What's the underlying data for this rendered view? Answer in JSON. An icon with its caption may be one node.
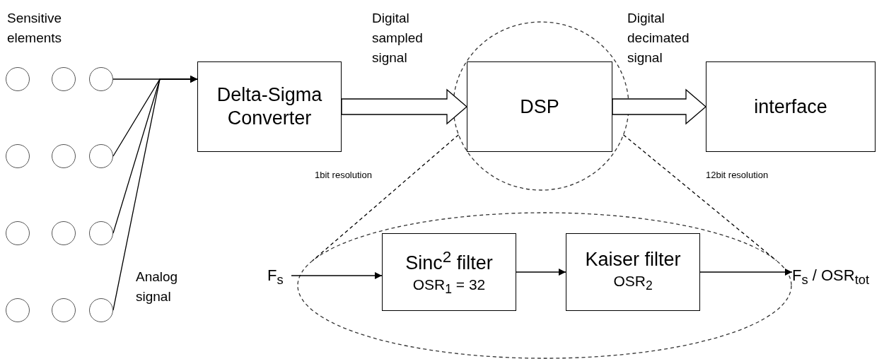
{
  "diagram": {
    "nodes": [
      {
        "text": [],
        "shape": "circle"
      },
      {
        "text": [],
        "shape": "circle"
      },
      {
        "text": [],
        "shape": "circle"
      },
      {
        "text": [],
        "shape": "circle"
      },
      {
        "text": [],
        "shape": "circle"
      },
      {
        "text": [],
        "shape": "circle"
      },
      {
        "text": [],
        "shape": "circle"
      },
      {
        "text": [],
        "shape": "circle"
      },
      {
        "text": [],
        "shape": "circle"
      },
      {
        "text": [],
        "shape": "circle"
      },
      {
        "text": [],
        "shape": "circle"
      },
      {
        "text": [],
        "shape": "circle"
      },
      {
        "text": [
          "Delta-Sigma Converter"
        ]
      },
      {
        "text": [
          "DSP"
        ],
        "in": 15
      },
      {
        "text": [
          "interface"
        ]
      },
      {
        "text": [],
        "shape": "circle"
      },
      {
        "text": [
          "F$_{s}$"
        ]
      },
      {
        "text": [
          "Sinc$^{2}$ filter",
          "OSR$_{1}$ = 32"
        ],
        "in": 20
      },
      {
        "text": [
          "Kaiser filter",
          "OSR$_{2}$"
        ],
        "in": 20
      },
      {
        "text": [
          "F$_{s}$ / OSR$_{tot}$"
        ]
      },
      {
        "text": [],
        "shape": "ellipse"
      }
    ],
    "edges": [
      {
        "from": 2,
        "to": 12,
        "arrow": "to"
      },
      {
        "from": 5,
        "to": 12,
        "arrow": "to"
      },
      {
        "from": 8,
        "to": 12,
        "arrow": "to"
      },
      {
        "from": 11,
        "to": 12,
        "arrow": "to"
      },
      {
        "from": 12,
        "to": 13,
        "arrow": "to",
        "style": "thick",
        "label": "Digital sampled signal"
      },
      {
        "from": 13,
        "to": 14,
        "arrow": "to",
        "style": "thick",
        "label": "Digital decimated signal"
      },
      {
        "from": 16,
        "to": 17,
        "arrow": "to"
      },
      {
        "from": 17,
        "to": 18,
        "arrow": "to"
      },
      {
        "from": 18,
        "to": 19,
        "arrow": "to"
      },
      {
        "from": 15,
        "to": 20,
        "arrow": "none",
        "style": "dashed"
      },
      {
        "from": 15,
        "to": 20,
        "arrow": "none",
        "style": "dashed"
      }
    ],
    "labels": [
      "Sensitive elements",
      "1bit resolution",
      "12bit resolution",
      "Analog signal"
    ]
  }
}
